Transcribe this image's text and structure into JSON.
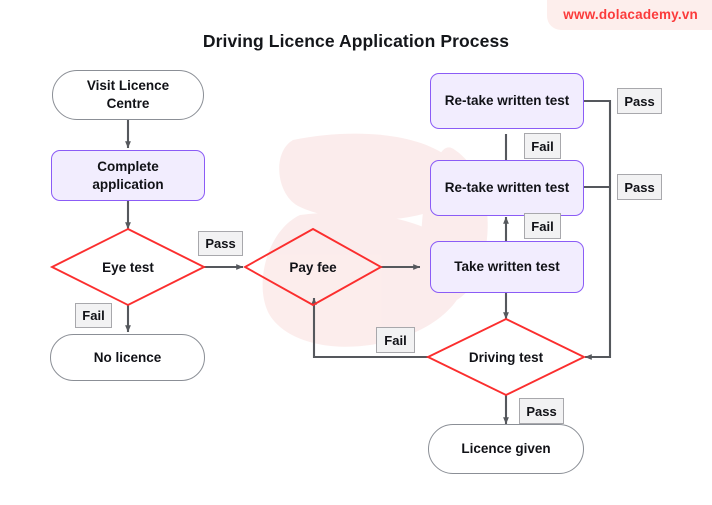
{
  "title": "Driving Licence Application Process",
  "watermark": "www.dolacademy.vn",
  "colors": {
    "decision_stroke": "#fb2e2e",
    "process_stroke": "#8b5cf6",
    "process_fill": "#f2edfe",
    "terminal_stroke": "#8b8f96",
    "edge_stroke": "#55585d",
    "label_fill": "#f2f2f3",
    "watermark_text": "#fb3b3b",
    "watermark_bg": "#fdeeec"
  },
  "nodes": {
    "visit_centre": "Visit Licence Centre",
    "complete_application": "Complete application",
    "eye_test": "Eye test",
    "no_licence": "No licence",
    "pay_fee": "Pay fee",
    "take_written_test": "Take written test",
    "retake_written_test_1": "Re-take written test",
    "retake_written_test_2": "Re-take written test",
    "driving_test": "Driving test",
    "licence_given": "Licence given"
  },
  "edge_labels": {
    "eye_pass": "Pass",
    "eye_fail": "Fail",
    "written_fail_1": "Fail",
    "written_fail_2": "Fail",
    "retake_pass_1": "Pass",
    "retake_pass_2": "Pass",
    "driving_fail": "Fail",
    "driving_pass": "Pass"
  },
  "chart_data": {
    "type": "diagram",
    "diagram_kind": "flowchart",
    "title": "Driving Licence Application Process",
    "node_shapes": {
      "terminal": [
        "visit_centre",
        "no_licence",
        "licence_given"
      ],
      "process": [
        "complete_application",
        "take_written_test",
        "retake_written_test_1",
        "retake_written_test_2"
      ],
      "decision": [
        "eye_test",
        "pay_fee",
        "driving_test"
      ]
    },
    "edges": [
      {
        "from": "visit_centre",
        "to": "complete_application",
        "label": "",
        "arrow": true
      },
      {
        "from": "complete_application",
        "to": "eye_test",
        "label": "",
        "arrow": true
      },
      {
        "from": "eye_test",
        "to": "pay_fee",
        "label": "Pass",
        "arrow": true
      },
      {
        "from": "eye_test",
        "to": "no_licence",
        "label": "Fail",
        "arrow": true
      },
      {
        "from": "pay_fee",
        "to": "take_written_test",
        "label": "",
        "arrow": true
      },
      {
        "from": "take_written_test",
        "to": "retake_written_test_2",
        "label": "Fail",
        "arrow": true
      },
      {
        "from": "retake_written_test_2",
        "to": "retake_written_test_1",
        "label": "Fail",
        "arrow": false
      },
      {
        "from": "retake_written_test_1",
        "to": "driving_test",
        "label": "Pass",
        "arrow": true
      },
      {
        "from": "retake_written_test_2",
        "to": "driving_test",
        "label": "Pass",
        "arrow": true
      },
      {
        "from": "take_written_test",
        "to": "driving_test",
        "label": "",
        "arrow": true
      },
      {
        "from": "driving_test",
        "to": "pay_fee",
        "label": "Fail",
        "arrow": true
      },
      {
        "from": "driving_test",
        "to": "licence_given",
        "label": "Pass",
        "arrow": true
      }
    ]
  }
}
